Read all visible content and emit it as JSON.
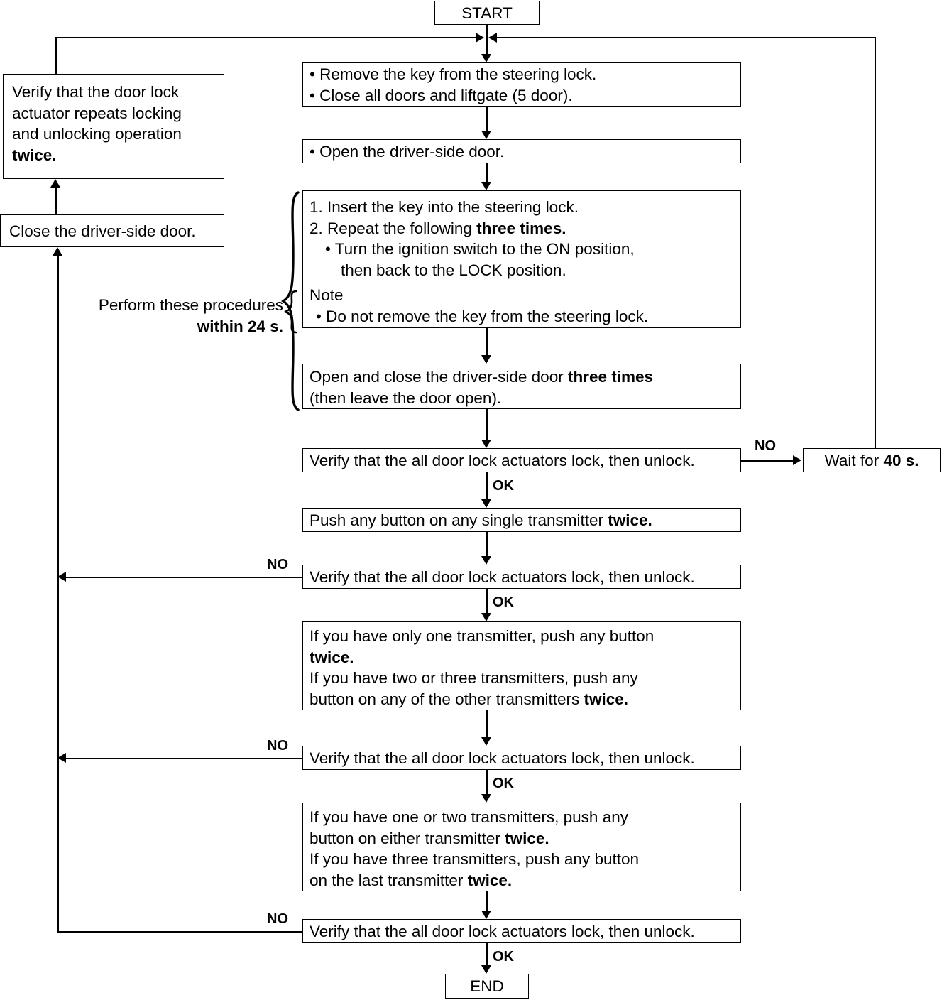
{
  "chart_data": {
    "type": "diagram",
    "title": "Keyless entry transmitter registration flowchart",
    "nodes": [
      {
        "id": "start",
        "label": "START"
      },
      {
        "id": "step1",
        "label": "• Remove the key from  the steering lock.\n• Close all doors and liftgate (5 door)."
      },
      {
        "id": "step2",
        "label": "• Open the driver-side door."
      },
      {
        "id": "step3",
        "label": "1. Insert the key into the steering lock.\n2. Repeat the following three times.\n• Turn the ignition switch to the ON position, then back to the LOCK position.\nNote\n• Do not remove the key from the steering lock."
      },
      {
        "id": "step4",
        "label": "Open and close the driver-side door three times (then leave the door open)."
      },
      {
        "id": "verify1",
        "label": "Verify that the all door lock actuators lock, then unlock."
      },
      {
        "id": "wait",
        "label": "Wait for 40 s."
      },
      {
        "id": "push1",
        "label": "Push any button on any single transmitter twice."
      },
      {
        "id": "verify2",
        "label": "Verify that the all door lock actuators lock, then unlock."
      },
      {
        "id": "push2",
        "label": "If you have only one transmitter, push any button twice. If you have two or three transmitters, push any button on any of the other transmitters twice."
      },
      {
        "id": "verify3",
        "label": "Verify that the all door lock actuators lock, then unlock."
      },
      {
        "id": "push3",
        "label": "If you have one or two transmitters, push any button on either transmitter twice. If you have three transmitters, push any button on the last transmitter twice."
      },
      {
        "id": "verify4",
        "label": "Verify that the all door lock actuators lock, then unlock."
      },
      {
        "id": "end",
        "label": "END"
      },
      {
        "id": "close",
        "label": "Close the driver-side door."
      },
      {
        "id": "verifyleft",
        "label": "Verify that the door lock actuator repeats locking and unlocking operation twice."
      }
    ],
    "edges": [
      {
        "from": "start",
        "to": "step1",
        "label": ""
      },
      {
        "from": "step1",
        "to": "step2",
        "label": ""
      },
      {
        "from": "step2",
        "to": "step3",
        "label": ""
      },
      {
        "from": "step3",
        "to": "step4",
        "label": ""
      },
      {
        "from": "step4",
        "to": "verify1",
        "label": ""
      },
      {
        "from": "verify1",
        "to": "wait",
        "label": "NO"
      },
      {
        "from": "wait",
        "to": "step1",
        "label": ""
      },
      {
        "from": "verify1",
        "to": "push1",
        "label": "OK"
      },
      {
        "from": "push1",
        "to": "verify2",
        "label": ""
      },
      {
        "from": "verify2",
        "to": "close",
        "label": "NO"
      },
      {
        "from": "verify2",
        "to": "push2",
        "label": "OK"
      },
      {
        "from": "push2",
        "to": "verify3",
        "label": ""
      },
      {
        "from": "verify3",
        "to": "close",
        "label": "NO"
      },
      {
        "from": "verify3",
        "to": "push3",
        "label": "OK"
      },
      {
        "from": "push3",
        "to": "verify4",
        "label": ""
      },
      {
        "from": "verify4",
        "to": "close",
        "label": "NO"
      },
      {
        "from": "verify4",
        "to": "end",
        "label": "OK"
      },
      {
        "from": "close",
        "to": "verifyleft",
        "label": ""
      }
    ],
    "annotations": [
      "Perform these procedures within 24 s."
    ]
  },
  "nodes": {
    "start": {
      "label": "START"
    },
    "end": {
      "label": "END"
    },
    "step1": {
      "line1": "• Remove the key from  the steering lock.",
      "line2": "• Close all doors and liftgate (5 door)."
    },
    "step2": {
      "line1": "• Open the driver-side door."
    },
    "step3": {
      "line1": "1. Insert the key into the steering lock.",
      "line2_pre": "2. Repeat the following ",
      "line2_bold": "three times.",
      "line3": "• Turn the ignition switch to the ON position,",
      "line4": "then back to the LOCK position.",
      "line5": "Note",
      "line6": "• Do not remove the key from the steering lock."
    },
    "step4": {
      "line1_pre": "Open and close the driver-side door ",
      "line1_bold": "three times",
      "line2": "(then leave the door open)."
    },
    "verify1": {
      "label": "Verify that the all door lock actuators lock, then unlock."
    },
    "verify2": {
      "label": "Verify that the all door lock actuators lock, then unlock."
    },
    "verify3": {
      "label": "Verify that the all door lock actuators lock, then unlock."
    },
    "verify4": {
      "label": "Verify that the all door lock actuators lock, then unlock."
    },
    "wait": {
      "pre": "Wait for ",
      "bold": "40 s."
    },
    "push1": {
      "pre": "Push any button on any single transmitter ",
      "bold": "twice."
    },
    "push2": {
      "line1": "If you have only one transmitter, push any button",
      "line2_bold": "twice.",
      "line3": "If you have two or three transmitters, push any",
      "line4_pre": "button on any of the other transmitters ",
      "line4_bold": "twice."
    },
    "push3": {
      "line1": "If you have one or two transmitters, push any",
      "line2_pre": "button on either transmitter ",
      "line2_bold": "twice.",
      "line3": "If you have three transmitters, push any button",
      "line4_pre": "on the last transmitter ",
      "line4_bold": "twice."
    },
    "close_door": {
      "label": "Close the driver-side door."
    },
    "verify_left": {
      "line1": "Verify that the door lock",
      "line2": "actuator repeats locking",
      "line3": "and unlocking operation",
      "line4_bold": "twice."
    }
  },
  "annotations": {
    "perform_line1": "Perform these procedures",
    "perform_line2_bold": "within 24 s."
  },
  "edge_labels": {
    "no1": "NO",
    "ok1": "OK",
    "no2": "NO",
    "ok2": "OK",
    "no3": "NO",
    "ok3": "OK",
    "no4": "NO",
    "ok4": "OK"
  },
  "colors": {
    "stroke": "#000000",
    "background": "#ffffff",
    "text": "#000000"
  }
}
